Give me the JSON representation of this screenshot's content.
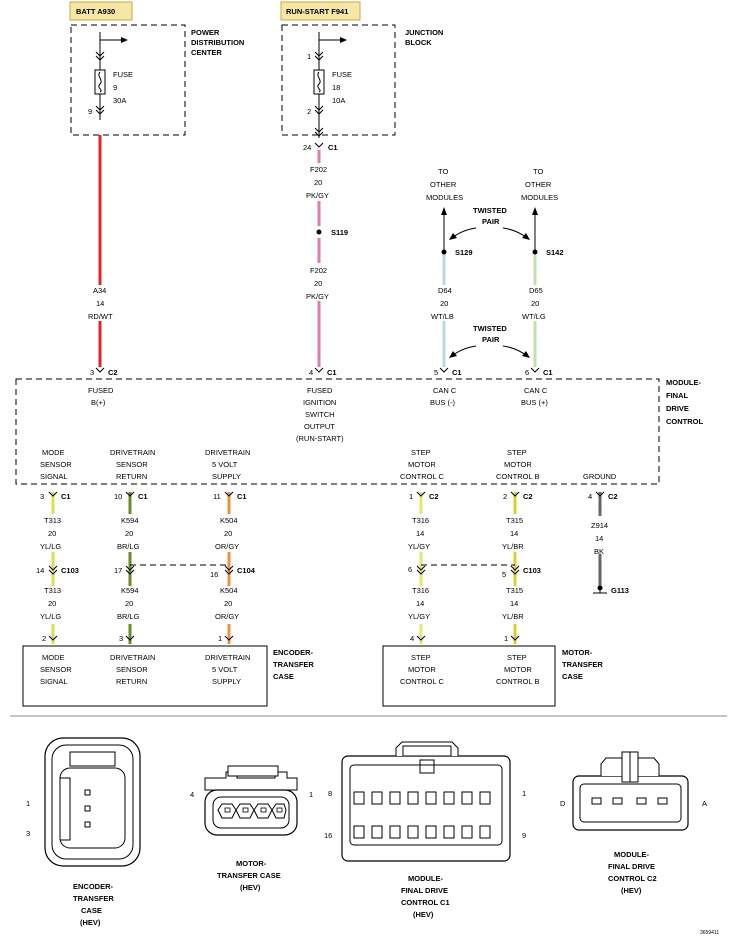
{
  "colors": {
    "red": "#e8202a",
    "pink": "#e27ab0",
    "light_blue": "#b9d7ea",
    "light_green": "#bfe2ad",
    "yellow_green": "#d9e24a",
    "olive": "#6e8a28",
    "orange": "#f0923a",
    "gray": "#666666",
    "black": "#000000",
    "label_box": "#f6e7a6"
  },
  "sources": [
    {
      "label": "BATT A930"
    },
    {
      "label": "RUN-START F941"
    }
  ],
  "pdc": {
    "title_lines": [
      "POWER",
      "DISTRIBUTION",
      "CENTER"
    ],
    "fuse_lines": [
      "FUSE",
      "9",
      "30A"
    ],
    "pin": "9"
  },
  "junction": {
    "title_lines": [
      "JUNCTION",
      "BLOCK"
    ],
    "pin_top": "1",
    "pin_bottom": "2",
    "fuse_lines": [
      "FUSE",
      "18",
      "10A"
    ]
  },
  "fd_connectors": {
    "c1_24": {
      "pin": "24",
      "conn": "C1"
    },
    "c2_3": {
      "pin": "3",
      "conn": "C2"
    },
    "c1_4": {
      "pin": "4",
      "conn": "C1"
    },
    "c1_5": {
      "pin": "5",
      "conn": "C1"
    },
    "c1_6": {
      "pin": "6",
      "conn": "C1"
    }
  },
  "wire_labels": {
    "a34": [
      "A34",
      "14",
      "RD/WT"
    ],
    "f202_upper": [
      "F202",
      "20",
      "PK/GY"
    ],
    "f202_lower": [
      "F202",
      "20",
      "PK/GY"
    ],
    "d64": [
      "D64",
      "20",
      "WT/LB"
    ],
    "d65": [
      "D65",
      "20",
      "WT/LG"
    ]
  },
  "splices": {
    "s119": "S119",
    "s129": "S129",
    "s142": "S142"
  },
  "to_other_modules": {
    "left": [
      "TO",
      "OTHER",
      "MODULES"
    ],
    "right": [
      "TO",
      "OTHER",
      "MODULES"
    ]
  },
  "twisted_pair": [
    "TWISTED",
    "PAIR"
  ],
  "module": {
    "title_lines": [
      "MODULE-",
      "FINAL",
      "DRIVE",
      "CONTROL"
    ],
    "inputs": {
      "fused_b": [
        "FUSED",
        "B(+)"
      ],
      "ignition": [
        "FUSED",
        "IGNITION",
        "SWITCH",
        "OUTPUT",
        "(RUN-START)"
      ],
      "can_minus": [
        "CAN C",
        "BUS (-)"
      ],
      "can_plus": [
        "CAN C",
        "BUS (+)"
      ]
    },
    "outputs": {
      "mode": [
        "MODE",
        "SENSOR",
        "SIGNAL"
      ],
      "drivetrain_return": [
        "DRIVETRAIN",
        "SENSOR",
        "RETURN"
      ],
      "drivetrain_5v": [
        "DRIVETRAIN",
        "5 VOLT",
        "SUPPLY"
      ],
      "step_c": [
        "STEP",
        "MOTOR",
        "CONTROL C"
      ],
      "step_b": [
        "STEP",
        "MOTOR",
        "CONTROL B"
      ],
      "ground": [
        "GROUND"
      ]
    }
  },
  "lower_circuits": [
    {
      "pin": "3",
      "conn": "C1",
      "upper": [
        "T313",
        "20",
        "YL/LG"
      ],
      "inline_pin": "14",
      "inline_conn": "C103",
      "lower": [
        "T313",
        "20",
        "YL/LG"
      ],
      "dest_pin": "2"
    },
    {
      "pin": "10",
      "conn": "C1",
      "upper": [
        "K594",
        "20",
        "BR/LG"
      ],
      "inline_pin": "17",
      "inline_conn": "",
      "lower": [
        "K594",
        "20",
        "BR/LG"
      ],
      "dest_pin": "3"
    },
    {
      "pin": "11",
      "conn": "C1",
      "upper": [
        "K504",
        "20",
        "OR/GY"
      ],
      "inline_pin": "16",
      "inline_conn": "C104",
      "lower": [
        "K504",
        "20",
        "OR/GY"
      ],
      "dest_pin": "1"
    },
    {
      "pin": "1",
      "conn": "C2",
      "upper": [
        "T316",
        "14",
        "YL/GY"
      ],
      "inline_pin": "6",
      "inline_conn": "",
      "lower": [
        "T316",
        "14",
        "YL/GY"
      ],
      "dest_pin": "4"
    },
    {
      "pin": "2",
      "conn": "C2",
      "upper": [
        "T315",
        "14",
        "YL/BR"
      ],
      "inline_pin": "5",
      "inline_conn": "C103",
      "lower": [
        "T315",
        "14",
        "YL/BR"
      ],
      "dest_pin": "1"
    }
  ],
  "ground": {
    "pin": "4",
    "conn": "C2",
    "wire": [
      "Z914",
      "14",
      "BK"
    ],
    "ground_label": "G113"
  },
  "encoder": {
    "title_lines": [
      "ENCODER-",
      "TRANSFER",
      "CASE"
    ],
    "labels": {
      "mode": [
        "MODE",
        "SENSOR",
        "SIGNAL"
      ],
      "drivetrain_return": [
        "DRIVETRAIN",
        "SENSOR",
        "RETURN"
      ],
      "drivetrain_5v": [
        "DRIVETRAIN",
        "5 VOLT",
        "SUPPLY"
      ]
    }
  },
  "motor": {
    "title_lines": [
      "MOTOR-",
      "TRANSFER",
      "CASE"
    ],
    "labels": {
      "step_c": [
        "STEP",
        "MOTOR",
        "CONTROL C"
      ],
      "step_b": [
        "STEP",
        "MOTOR",
        "CONTROL B"
      ]
    }
  },
  "connector_views": {
    "encoder": {
      "pin_top": "1",
      "pin_bottom": "3",
      "title_lines": [
        "ENCODER-",
        "TRANSFER",
        "CASE",
        "(HEV)"
      ]
    },
    "motor": {
      "pin_left": "4",
      "pin_right": "1",
      "title_lines": [
        "MOTOR-",
        "TRANSFER CASE",
        "(HEV)"
      ]
    },
    "fdc_c1": {
      "pin_tl": "8",
      "pin_tr": "1",
      "pin_bl": "16",
      "pin_br": "9",
      "title_lines": [
        "MODULE-",
        "FINAL DRIVE",
        "CONTROL C1",
        "(HEV)"
      ]
    },
    "fdc_c2": {
      "pin_left": "D",
      "pin_right": "A",
      "title_lines": [
        "MODULE-",
        "FINAL DRIVE",
        "CONTROL C2",
        "(HEV)"
      ]
    }
  },
  "figure_id": "3659411"
}
